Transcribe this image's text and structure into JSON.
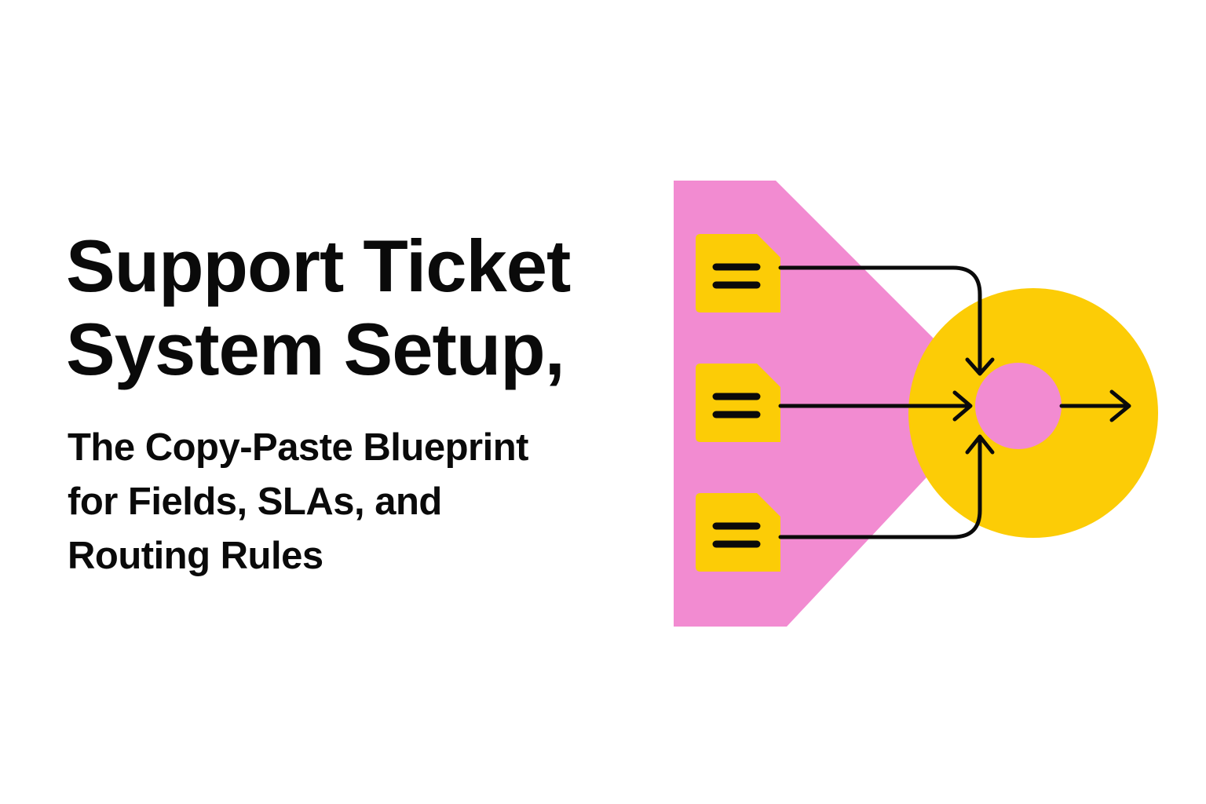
{
  "headline": {
    "line1": "Support Ticket",
    "line2": "System Setup,"
  },
  "subheadline": {
    "line1": "The Copy-Paste Blueprint",
    "line2": "for Fields, SLAs, and",
    "line3": "Routing Rules"
  },
  "colors": {
    "pink": "#f28bd1",
    "yellow": "#fccc06",
    "ink": "#0a0a0a",
    "background": "#ffffff"
  },
  "icons": [
    "document-icon",
    "document-icon",
    "document-icon",
    "arrow-icon",
    "hub-circle-icon"
  ]
}
